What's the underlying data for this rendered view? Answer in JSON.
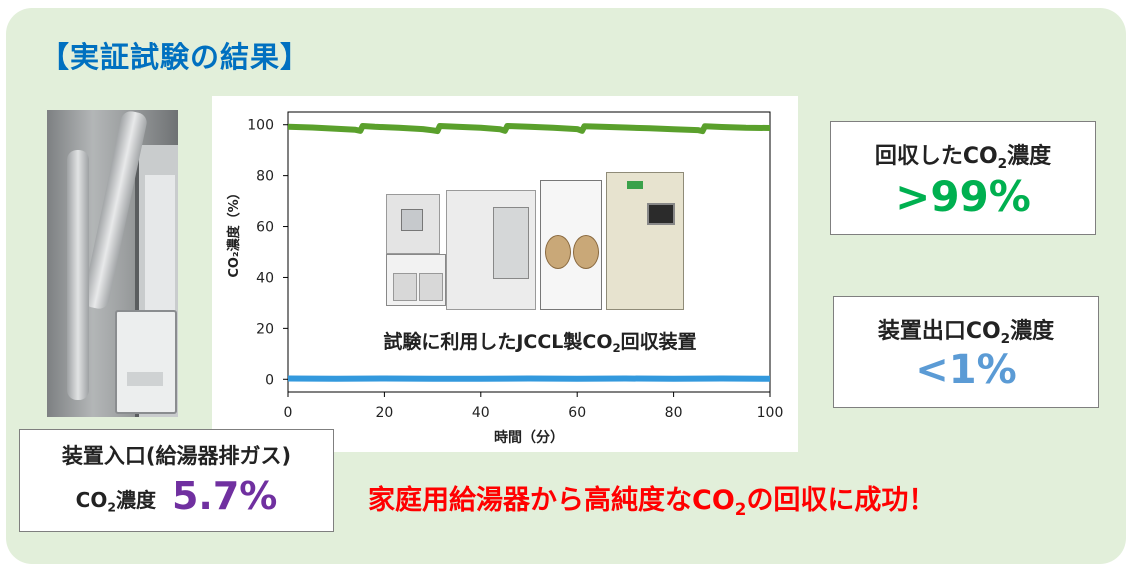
{
  "heading": "【実証試験の結果】",
  "photo_alt": "給湯器と配管の写真",
  "chart_data": {
    "type": "line",
    "title": "",
    "xlabel": "時間（分）",
    "ylabel": "CO₂濃度（%）",
    "xlim": [
      0,
      100
    ],
    "ylim": [
      -5,
      105
    ],
    "xticks": [
      0,
      20,
      40,
      60,
      80,
      100
    ],
    "yticks": [
      0,
      20,
      40,
      60,
      80,
      100
    ],
    "grid": false,
    "series": [
      {
        "color": "#5aa02c",
        "x": [
          0,
          5,
          10,
          14,
          15,
          15.5,
          18,
          23,
          28,
          30,
          31,
          31.5,
          35,
          40,
          44,
          45,
          45.5,
          50,
          55,
          60,
          61,
          61.5,
          65,
          70,
          75,
          80,
          85,
          86,
          86.5,
          90,
          95,
          100
        ],
        "y": [
          99.2,
          98.9,
          98.4,
          98.0,
          97.6,
          99.5,
          99.2,
          98.8,
          98.3,
          97.8,
          97.5,
          99.5,
          99.2,
          98.8,
          98.2,
          97.6,
          99.5,
          99.2,
          98.8,
          98.3,
          97.6,
          99.4,
          99.2,
          98.9,
          98.6,
          98.2,
          97.9,
          97.5,
          99.4,
          99.1,
          98.8,
          98.7
        ]
      },
      {
        "color": "#3399dd",
        "x": [
          0,
          10,
          20,
          30,
          40,
          50,
          60,
          70,
          80,
          90,
          100
        ],
        "y": [
          0.3,
          0.2,
          0.3,
          0.2,
          0.2,
          0.3,
          0.2,
          0.3,
          0.2,
          0.3,
          0.2
        ]
      }
    ]
  },
  "caption": {
    "before": "試験に利用したJCCL製CO",
    "sub": "2",
    "after": "回収装置"
  },
  "callout_top": {
    "title_before": "回収したCO",
    "title_sub": "2",
    "title_after": "濃度",
    "value": ">99%"
  },
  "callout_bottom": {
    "title_before": "装置出口CO",
    "title_sub": "2",
    "title_after": "濃度",
    "value": "<1%"
  },
  "inlet": {
    "title": "装置入口(給湯器排ガス)",
    "label_before": "CO",
    "label_sub": "2",
    "label_after": "濃度",
    "value": "5.7%"
  },
  "success": {
    "before": "家庭用給湯器から高純度なCO",
    "sub": "2",
    "after": "の回収に成功！"
  }
}
